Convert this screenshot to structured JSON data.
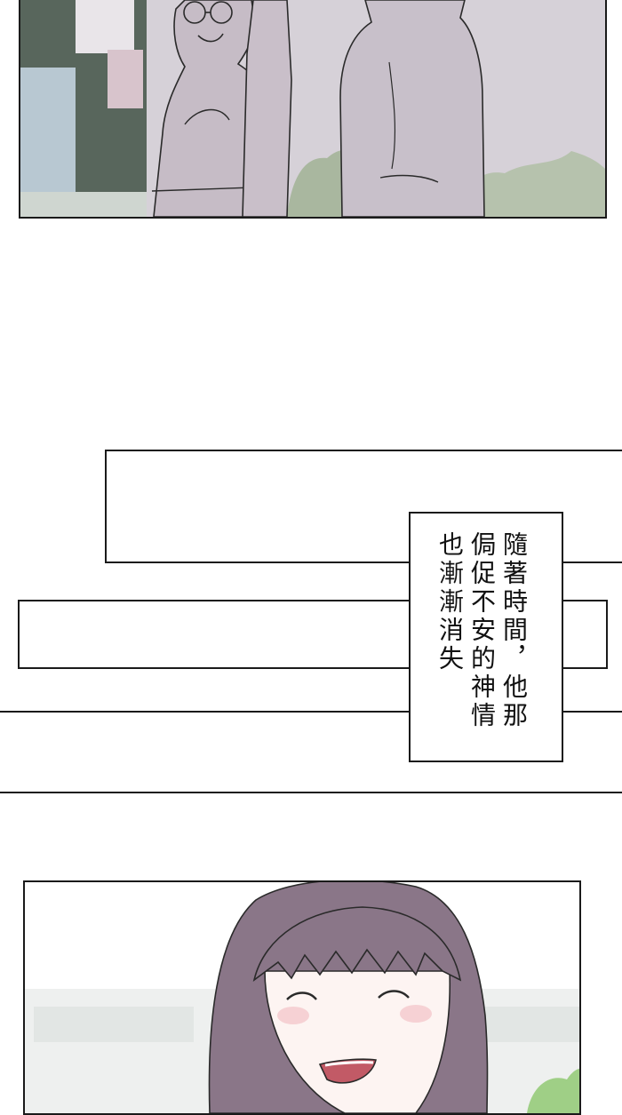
{
  "caption": {
    "columns": [
      "隨著時間，他那",
      "侷促不安的神情",
      "也漸漸消失"
    ]
  },
  "colors": {
    "panel_bg": "#d4d0d6",
    "board_green": "#58665c",
    "hair_purple": "#8a7688",
    "ink": "#1a1a1a"
  }
}
